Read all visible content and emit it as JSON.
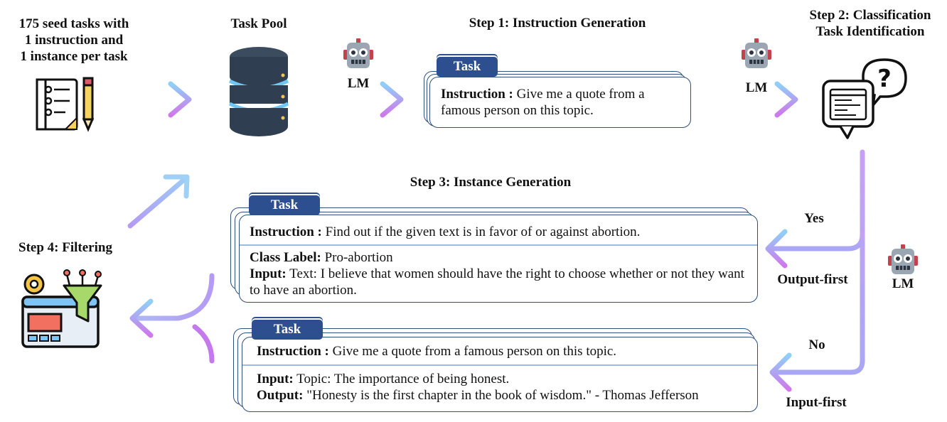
{
  "seed": {
    "text": "175 seed tasks with 1 instruction and 1 instance per task",
    "line1": "175 seed tasks with",
    "line2": "1 instruction and",
    "line3": "1 instance per task"
  },
  "pool": {
    "title": "Task Pool"
  },
  "lm": {
    "label": "LM"
  },
  "step1": {
    "title": "Step 1: Instruction Generation",
    "tab": "Task",
    "instruction_key": "Instruction :",
    "instruction_value": "Give me a quote from a famous person on this topic."
  },
  "step2": {
    "line1": "Step 2: Classification",
    "line2": "Task Identification"
  },
  "step3": {
    "title": "Step 3: Instance Generation"
  },
  "branch": {
    "yes": "Yes",
    "no": "No",
    "output_first": "Output-first",
    "input_first": "Input-first"
  },
  "output_first_card": {
    "tab": "Task",
    "instruction_key": "Instruction :",
    "instruction_value": "Find out if the given text is in favor of or against abortion.",
    "class_key": "Class Label:",
    "class_value": "Pro-abortion",
    "input_key": "Input:",
    "input_value": "Text: I believe that women should have the right to choose whether or not they want to have an abortion."
  },
  "input_first_card": {
    "tab": "Task",
    "instruction_key": "Instruction :",
    "instruction_value": "Give me a quote from a famous person on this topic.",
    "input_key": "Input:",
    "input_value": "Topic: The importance of being honest.",
    "output_key": "Output:",
    "output_value": "\"Honesty is the first chapter in the book of wisdom.\" - Thomas Jefferson"
  },
  "step4": {
    "title": "Step 4: Filtering"
  },
  "icons": [
    "checklist-icon",
    "database-icon",
    "robot-icon",
    "question-chat-icon",
    "filter-settings-icon"
  ],
  "colors": {
    "card_border": "#2c4f7c",
    "tab_fill": "#2e4f8f",
    "arrow_start": "#8fc8f5",
    "arrow_end": "#c77bef",
    "divider": "#9bbbe3"
  }
}
